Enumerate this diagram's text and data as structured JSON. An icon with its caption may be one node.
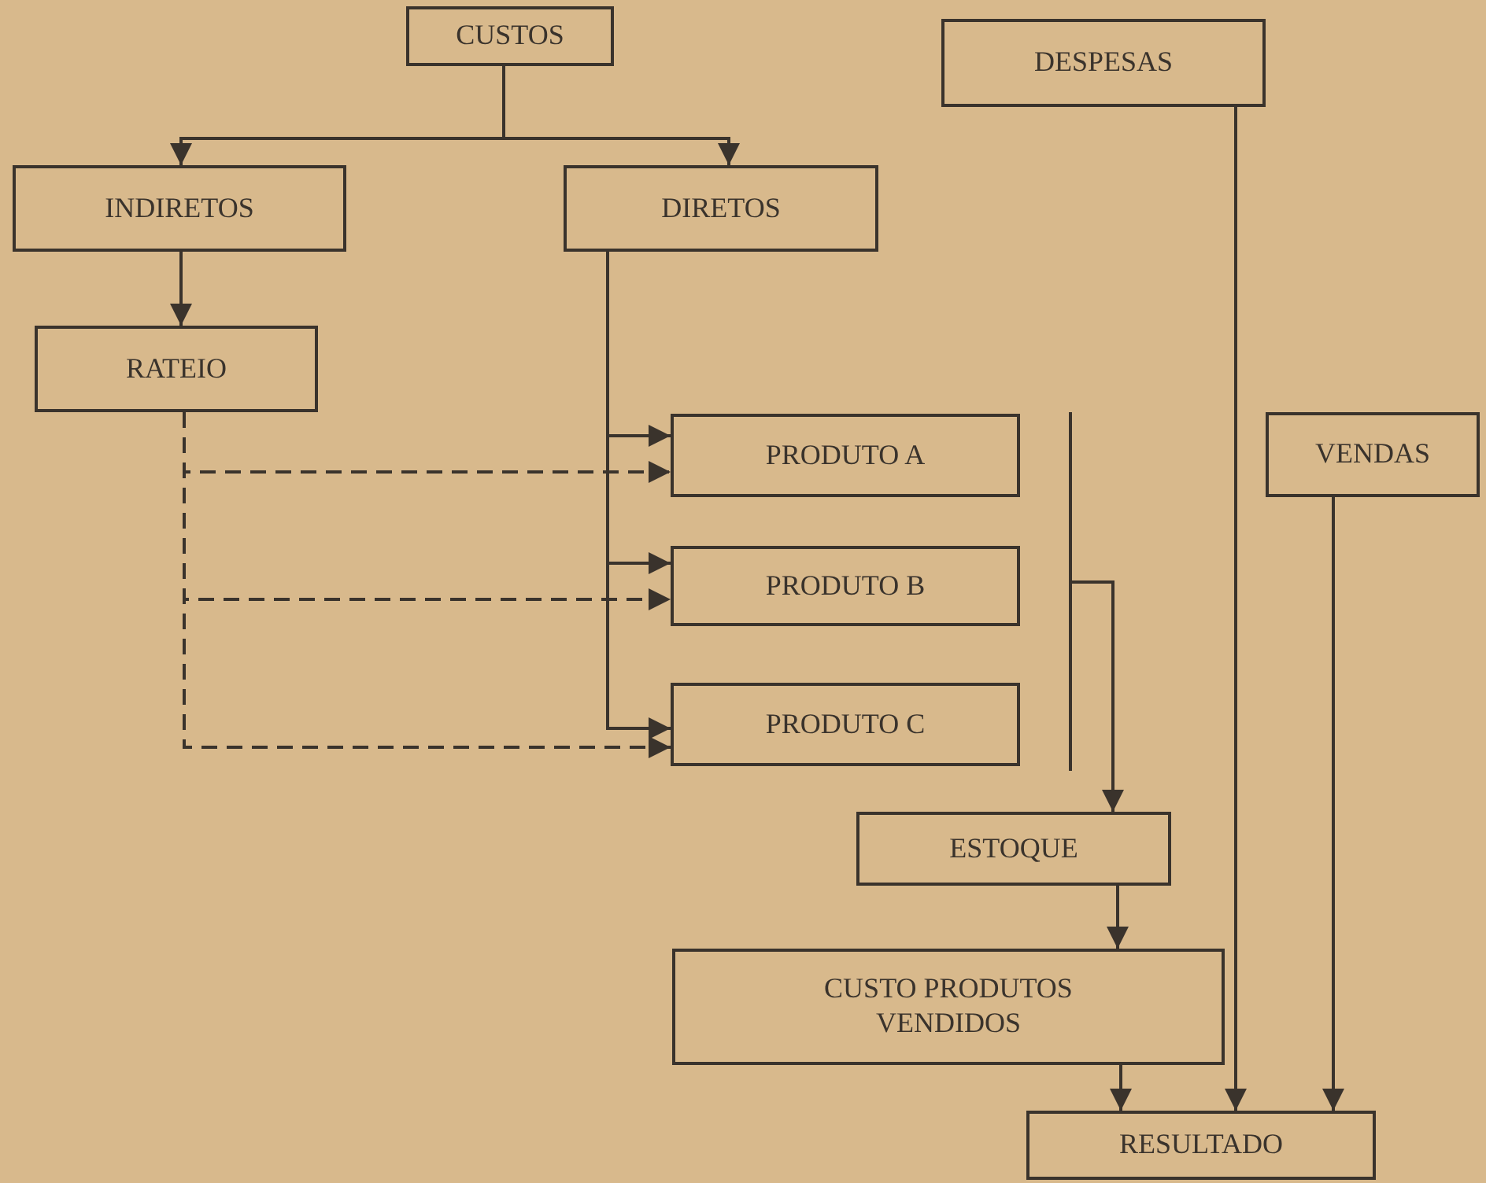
{
  "diagram": {
    "nodes": [
      {
        "text": [
          "CUSTOS"
        ]
      },
      {
        "text": [
          "DESPESAS"
        ]
      },
      {
        "text": [
          "INDIRETOS"
        ]
      },
      {
        "text": [
          "DIRETOS"
        ]
      },
      {
        "text": [
          "RATEIO"
        ]
      },
      {
        "text": [
          "PRODUTO A"
        ]
      },
      {
        "text": [
          "PRODUTO B"
        ]
      },
      {
        "text": [
          "PRODUTO C"
        ]
      },
      {
        "text": [
          "VENDAS"
        ]
      },
      {
        "text": [
          "ESTOQUE"
        ]
      },
      {
        "text": [
          "CUSTO PRODUTOS VENDIDOS"
        ]
      },
      {
        "text": [
          "RESULTADO"
        ]
      }
    ],
    "edges": [
      {
        "from": 0,
        "to": 2,
        "arrow": "to"
      },
      {
        "from": 0,
        "to": 3,
        "arrow": "to"
      },
      {
        "from": 2,
        "to": 4,
        "arrow": "to"
      },
      {
        "from": 3,
        "to": 5,
        "arrow": "to"
      },
      {
        "from": 3,
        "to": 6,
        "arrow": "to"
      },
      {
        "from": 3,
        "to": 7,
        "arrow": "to"
      },
      {
        "from": 4,
        "to": 5,
        "arrow": "to",
        "style": "dashed"
      },
      {
        "from": 4,
        "to": 6,
        "arrow": "to",
        "style": "dashed"
      },
      {
        "from": 4,
        "to": 7,
        "arrow": "to",
        "style": "dashed"
      },
      {
        "from": null,
        "to": 9,
        "arrow": "to"
      },
      {
        "from": 9,
        "to": 10,
        "arrow": "to"
      },
      {
        "from": 10,
        "to": 11,
        "arrow": "to"
      },
      {
        "from": 1,
        "to": 11,
        "arrow": "to"
      },
      {
        "from": 8,
        "to": 11,
        "arrow": "to"
      }
    ]
  }
}
